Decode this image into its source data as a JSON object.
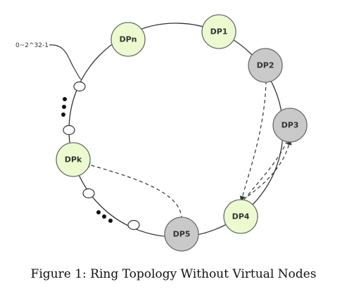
{
  "diagram": {
    "range_label": "0~2^32-1",
    "nodes": [
      {
        "label": "DPn",
        "fill": "#ebfbcf",
        "stroke": "#6a6a6a"
      },
      {
        "label": "DP1",
        "fill": "#ebfbcf",
        "stroke": "#6a6a6a"
      },
      {
        "label": "DP2",
        "fill": "#c9c9c9",
        "stroke": "#6a6a6a"
      },
      {
        "label": "DP3",
        "fill": "#c9c9c9",
        "stroke": "#6a6a6a"
      },
      {
        "label": "DP4",
        "fill": "#ebfbcf",
        "stroke": "#6a6a6a"
      },
      {
        "label": "DP5",
        "fill": "#c9c9c9",
        "stroke": "#6a6a6a"
      },
      {
        "label": "DPk",
        "fill": "#ebfbcf",
        "stroke": "#6a6a6a"
      }
    ]
  },
  "caption": "Figure 1: Ring Topology Without Virtual Nodes"
}
